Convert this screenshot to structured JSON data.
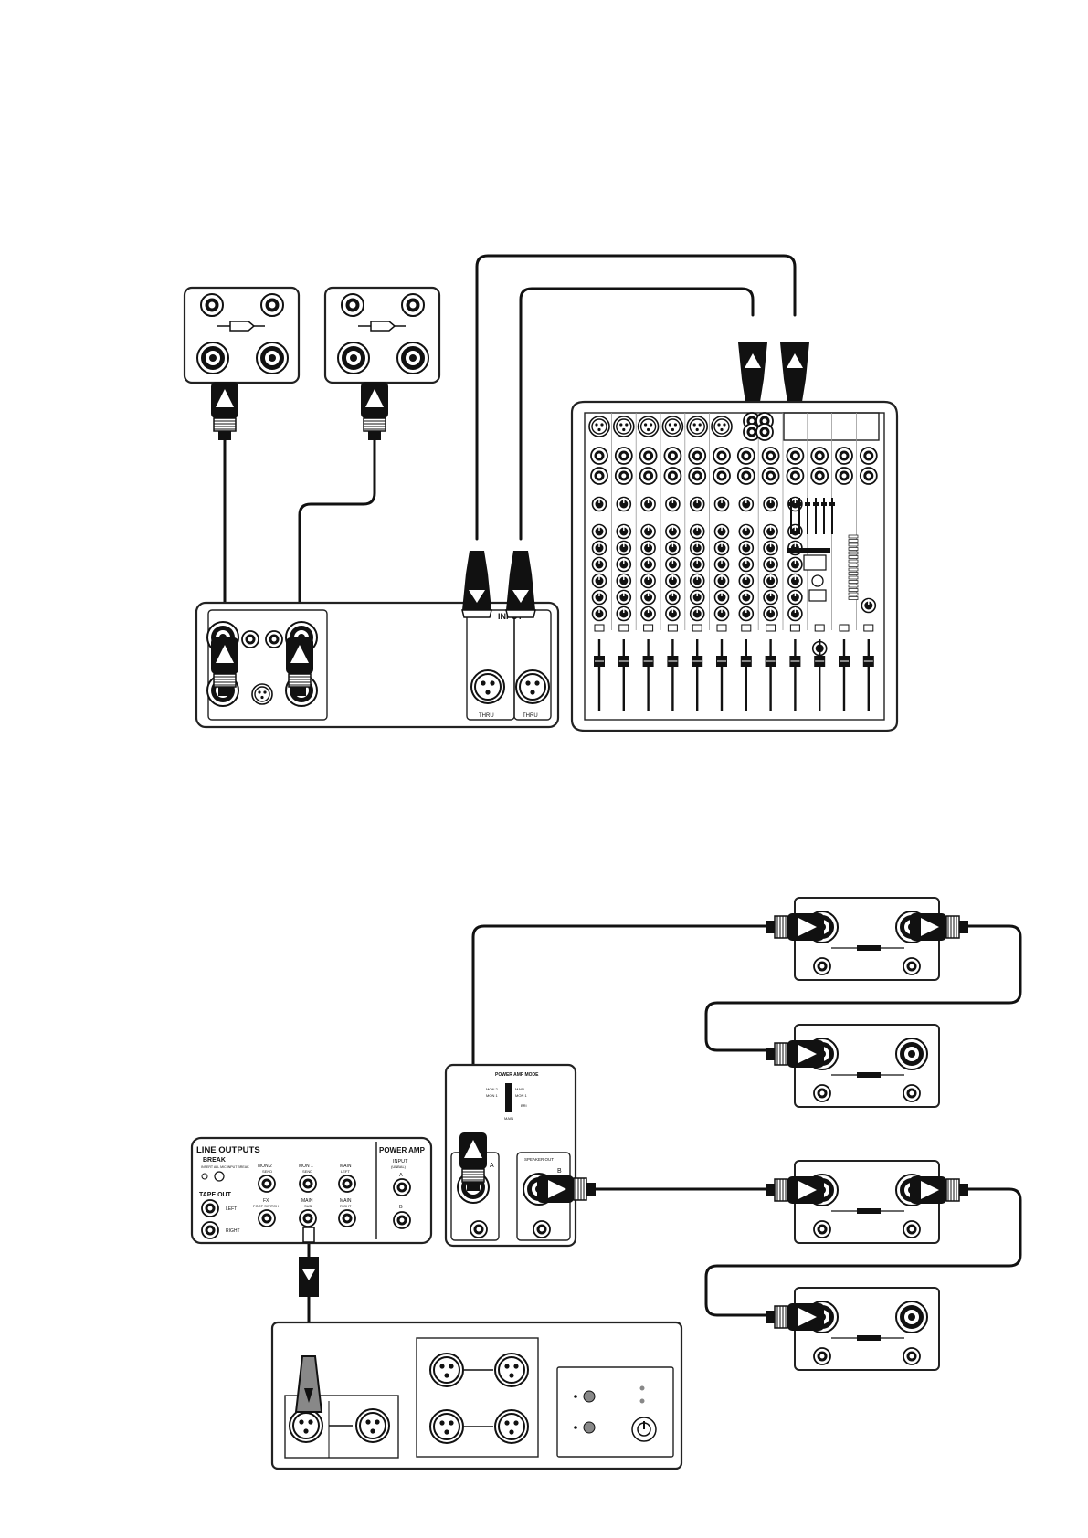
{
  "top": {
    "crossover": {
      "input_label": "INPUT",
      "thru_label": "THRU"
    }
  },
  "bottom": {
    "mixer_rear": {
      "line_outputs_label": "LINE OUTPUTS",
      "break_label": "BREAK",
      "break_sub_label": "INSERT ALL MIC INPUT BREAK",
      "tape_out_label": "TAPE OUT",
      "left_label": "LEFT",
      "right_label": "RIGHT",
      "mon2_label": "MON 2",
      "mon2_sub": "SEND",
      "mon1_label": "MON 1",
      "mon1_sub": "SEND",
      "main_left_label": "MAIN",
      "main_left_sub": "LEFT",
      "fx_label": "FX",
      "fx_sub": "FOOT SWITCH",
      "main_sub_label": "MAIN",
      "main_sub_sub": "SUB",
      "main_right_label": "MAIN",
      "main_right_sub": "RIGHT",
      "power_amp_label": "POWER AMP",
      "input_label": "INPUT",
      "input_sub": "(UNBAL)",
      "a_label": "A",
      "b_label": "B"
    },
    "amp_panel": {
      "mode_label": "POWER AMP MODE",
      "mode_options": [
        "MON 2",
        "MON 1",
        "MAIN",
        "MON 1",
        "BRI",
        "MAIN"
      ],
      "a_label": "A",
      "speaker_out_label": "SPEAKER OUT",
      "b_label": "B"
    }
  }
}
